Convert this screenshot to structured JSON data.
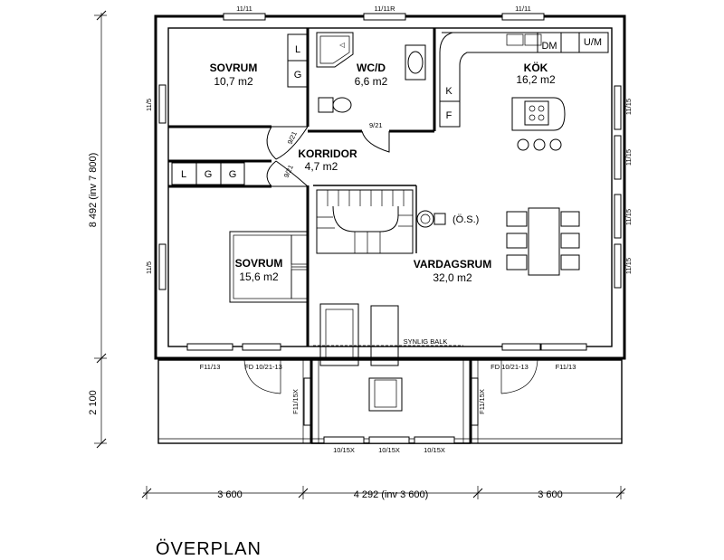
{
  "title": "ÖVERPLAN",
  "rooms": {
    "sovrum1": {
      "name": "SOVRUM",
      "area": "10,7 m2"
    },
    "wc": {
      "name": "WC/D",
      "area": "6,6 m2"
    },
    "kok": {
      "name": "KÖK",
      "area": "16,2 m2"
    },
    "korridor": {
      "name": "KORRIDOR",
      "area": "4,7 m2"
    },
    "sovrum2": {
      "name": "SOVRUM",
      "area": "15,6 m2"
    },
    "vardagsrum": {
      "name": "VARDAGSRUM",
      "area": "32,0 m2"
    }
  },
  "fixtures": {
    "l": "L",
    "g": "G",
    "k": "K",
    "f": "F",
    "dm": "DM",
    "um": "U/M",
    "os": "(Ö.S.)"
  },
  "windows": {
    "top_left": "11/11",
    "top_mid": "11/11R",
    "top_right": "11/11",
    "left_upper": "11/5",
    "left_lower": "11/5",
    "right_1": "11/15",
    "right_2": "11/15",
    "right_3": "11/15",
    "right_4": "11/15",
    "f11_13_left": "F11/13",
    "fd_left": "FD 10/21-13",
    "fd_right": "FD 10/21-13",
    "f11_13_right": "F11/13",
    "f11_15x_left": "F11/15X",
    "f11_15x_right": "F11/15X",
    "bottom_1": "10/15X",
    "bottom_2": "10/15X",
    "bottom_3": "10/15X"
  },
  "doors": {
    "d1": "9/21",
    "d2": "9/21",
    "d3": "9/21"
  },
  "beam": "SYNLIG BALK",
  "dimensions": {
    "left_total": "8 492 (inv 7 800)",
    "left_balcony": "2 100",
    "bottom_left": "3 600",
    "bottom_mid": "4 292 (inv 3 600)",
    "bottom_right": "3 600"
  }
}
